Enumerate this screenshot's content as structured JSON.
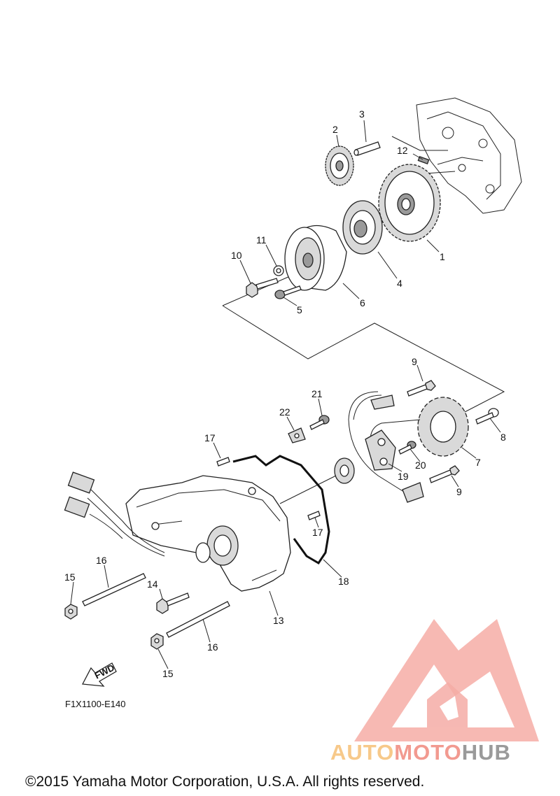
{
  "callouts": [
    {
      "id": "1",
      "label": "1"
    },
    {
      "id": "2",
      "label": "2"
    },
    {
      "id": "3",
      "label": "3"
    },
    {
      "id": "4",
      "label": "4"
    },
    {
      "id": "5",
      "label": "5"
    },
    {
      "id": "6",
      "label": "6"
    },
    {
      "id": "7",
      "label": "7"
    },
    {
      "id": "8",
      "label": "8"
    },
    {
      "id": "9a",
      "label": "9"
    },
    {
      "id": "9b",
      "label": "9"
    },
    {
      "id": "10",
      "label": "10"
    },
    {
      "id": "11",
      "label": "11"
    },
    {
      "id": "12",
      "label": "12"
    },
    {
      "id": "13",
      "label": "13"
    },
    {
      "id": "14",
      "label": "14"
    },
    {
      "id": "15a",
      "label": "15"
    },
    {
      "id": "15b",
      "label": "15"
    },
    {
      "id": "16a",
      "label": "16"
    },
    {
      "id": "16b",
      "label": "16"
    },
    {
      "id": "17a",
      "label": "17"
    },
    {
      "id": "17b",
      "label": "17"
    },
    {
      "id": "18",
      "label": "18"
    },
    {
      "id": "19",
      "label": "19"
    },
    {
      "id": "20",
      "label": "20"
    },
    {
      "id": "21",
      "label": "21"
    },
    {
      "id": "22",
      "label": "22"
    }
  ],
  "fwd_label": "FWD",
  "diagram_code": "F1X1100-E140",
  "copyright": "©2015 Yamaha Motor Corporation, U.S.A. All rights reserved.",
  "watermark": {
    "part1": "AUTO",
    "part2": "MOTO",
    "part3": "HUB",
    "color_logo": "#f4a39c",
    "color_auto": "#f7c98a",
    "color_moto": "#f29a90",
    "color_hub": "#9a9a9a"
  }
}
